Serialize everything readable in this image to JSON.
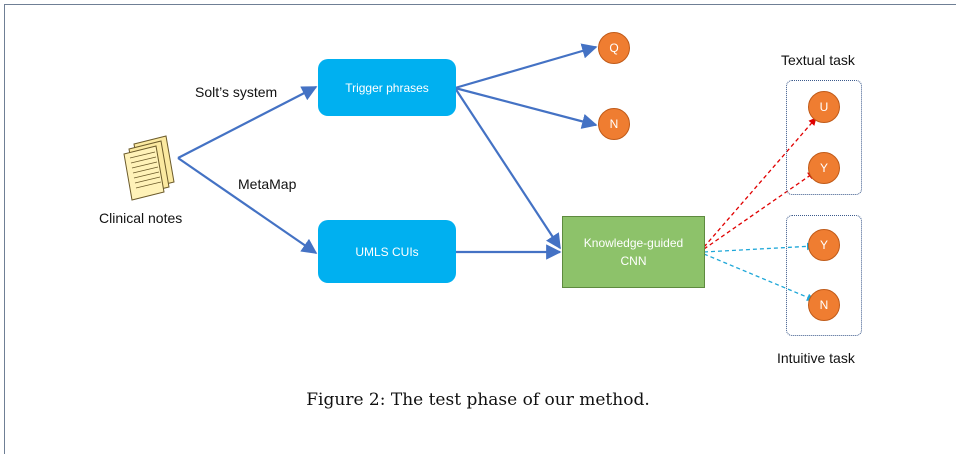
{
  "labels": {
    "solt": "Solt’s system",
    "metamap": "MetaMap",
    "clinical_notes": "Clinical notes",
    "textual_task": "Textual task",
    "intuitive_task": "Intuitive task"
  },
  "boxes": {
    "trigger": "Trigger phrases",
    "umls": "UMLS CUIs",
    "kcnn_line1": "Knowledge-guided",
    "kcnn_line2": "CNN"
  },
  "nodes": {
    "q": "Q",
    "n_top": "N",
    "u": "U",
    "y_textual": "Y",
    "y_intuitive": "Y",
    "n_intuitive": "N"
  },
  "caption": "Figure 2: The test phase of our method.",
  "colors": {
    "arrow_blue": "#4472c4",
    "arrow_red": "#e00000",
    "arrow_cyan": "#1ea7d8",
    "box_blue": "#00b0f0",
    "box_green": "#8dc26a",
    "node_orange": "#ef7d31"
  }
}
